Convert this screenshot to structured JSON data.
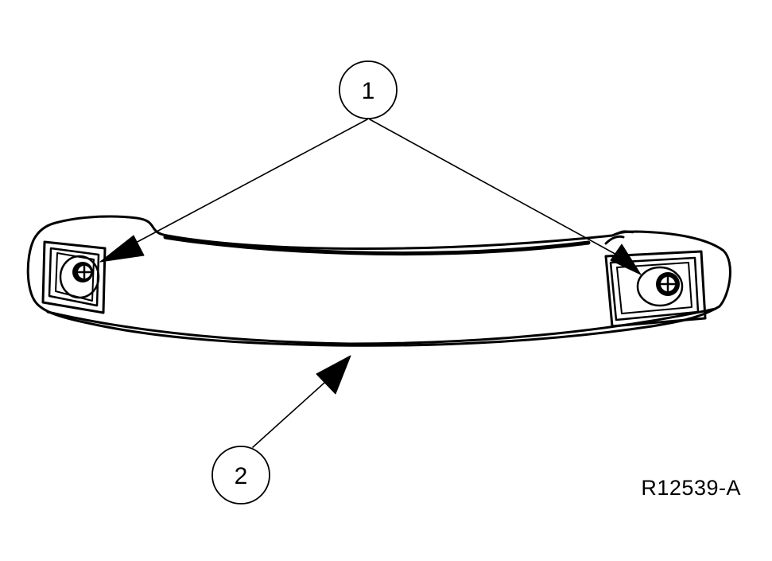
{
  "callouts": [
    {
      "id": "1",
      "label": "1"
    },
    {
      "id": "2",
      "label": "2"
    }
  ],
  "figure_reference": "R12539-A",
  "colors": {
    "ink": "#000000",
    "paper": "#ffffff"
  }
}
